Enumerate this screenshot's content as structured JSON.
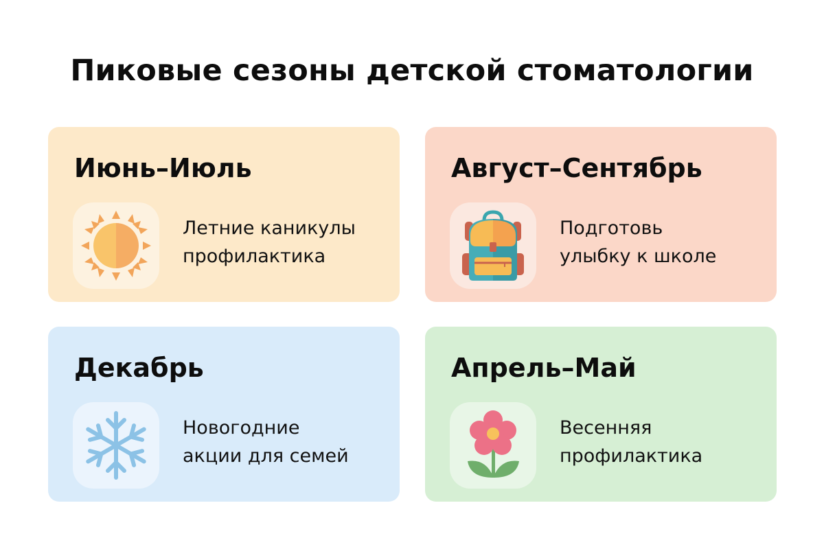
{
  "title": "Пиковые сезоны детской стоматологии",
  "cards": [
    {
      "heading": "Июнь–Июль",
      "icon": "sun-icon",
      "line1": "Летние каникулы",
      "line2": "профилактика",
      "background": "#fde9c9"
    },
    {
      "heading": "Август–Сентябрь",
      "icon": "backpack-icon",
      "line1": "Подготовь",
      "line2": "улыбку к школе",
      "background": "#fbd7c8"
    },
    {
      "heading": "Декабрь",
      "icon": "snowflake-icon",
      "line1": "Новогодние",
      "line2": "акции для семей",
      "background": "#d9ebfa"
    },
    {
      "heading": "Апрель–Май",
      "icon": "flower-icon",
      "line1": "Весенняя",
      "line2": "профилактика",
      "background": "#d6efd4"
    }
  ]
}
